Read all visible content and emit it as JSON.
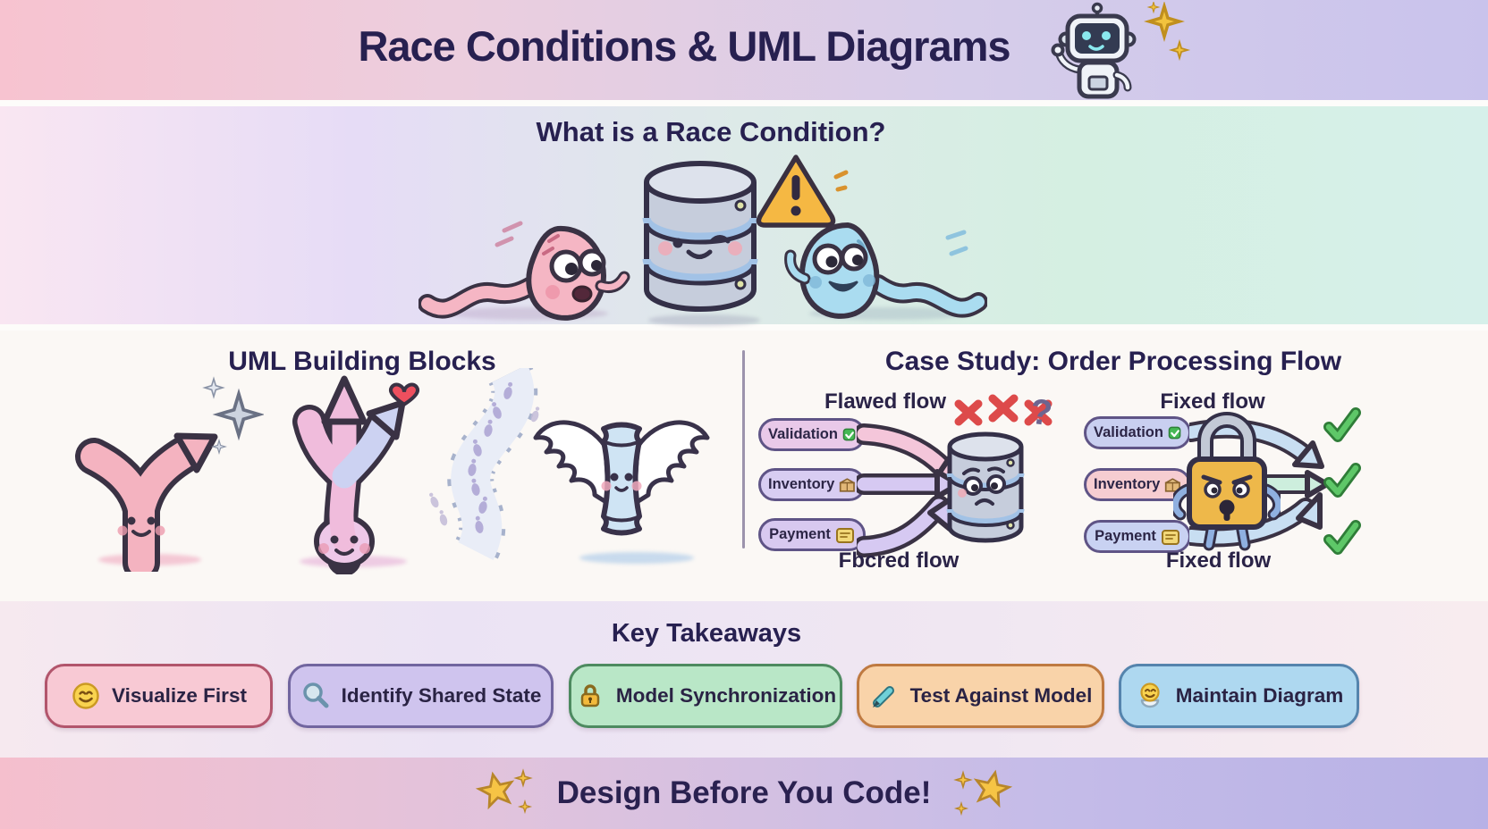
{
  "header": {
    "title": "Race Conditions & UML Diagrams",
    "mascot": "robot-mascot with gold sparkles"
  },
  "sections": {
    "race": {
      "heading": "What is a Race Condition?",
      "icons": [
        "pink-thread-character",
        "database-cylinder-smiling",
        "warning-triangle",
        "blue-thread-character"
      ]
    },
    "uml": {
      "heading": "UML Building Blocks",
      "icons": [
        "fork-arrow",
        "sparkle-diamond",
        "trident-arrow-with-heart",
        "footprint-path",
        "winged-package"
      ]
    },
    "case": {
      "heading": "Case Study: Order Processing Flow",
      "flawed": {
        "label_top": "Flawed flow",
        "label_bottom": "Fbcred flow",
        "steps": [
          {
            "label": "Validation",
            "icon": "check-badge-icon"
          },
          {
            "label": "Inventory",
            "icon": "box-icon"
          },
          {
            "label": "Payment",
            "icon": "banknote-icon"
          }
        ],
        "result_icons": [
          "x-mark",
          "x-mark",
          "x-mark"
        ],
        "question_mark": "?",
        "center_icon": "worried-database"
      },
      "fixed": {
        "label_top": "Fixed flow",
        "label_bottom": "Fixed flow",
        "steps": [
          {
            "label": "Validation",
            "icon": "check-badge-icon"
          },
          {
            "label": "Inventory",
            "icon": "box-icon"
          },
          {
            "label": "Payment",
            "icon": "banknote-icon"
          }
        ],
        "result_icons": [
          "check-mark",
          "check-mark",
          "check-mark"
        ],
        "center_icon": "angry-padlock"
      }
    },
    "takeaways": {
      "heading": "Key Takeaways",
      "items": [
        {
          "label": "Visualize First",
          "icon": "smiley-icon",
          "bg": "#f8c9d4",
          "border": "#b2556c"
        },
        {
          "label": "Identify Shared State",
          "icon": "magnifier-icon",
          "bg": "#cfc4ee",
          "border": "#71659f"
        },
        {
          "label": "Model Synchronization",
          "icon": "lock-icon",
          "bg": "#b9e7c7",
          "border": "#4d8a60"
        },
        {
          "label": "Test Against Model",
          "icon": "pen-icon",
          "bg": "#f9d3a9",
          "border": "#bf7a41"
        },
        {
          "label": "Maintain Diagram",
          "icon": "smiley-badge-icon",
          "bg": "#aed8f0",
          "border": "#5584ad"
        }
      ]
    }
  },
  "footer": {
    "text": "Design Before You Code!",
    "decor": "gold-star-clusters"
  },
  "colors": {
    "title_text": "#272050",
    "header_gradient": [
      "#f7c3d0",
      "#c9c3ec"
    ],
    "race_band_gradient": [
      "#f9e6f2",
      "#e6dcf6",
      "#d6f0ea"
    ],
    "footer_gradient": [
      "#f5bfcd",
      "#b7b1e6"
    ],
    "x_mark": "#dd4a4a",
    "check_mark": "#4db457",
    "flawed_arrows": [
      "#f4c6da",
      "#d6c9f2",
      "#d6c9f2"
    ],
    "fixed_arrows": [
      "#c8def2",
      "#cdeedd",
      "#c8def2"
    ],
    "warning_triangle": "#f5b843"
  }
}
